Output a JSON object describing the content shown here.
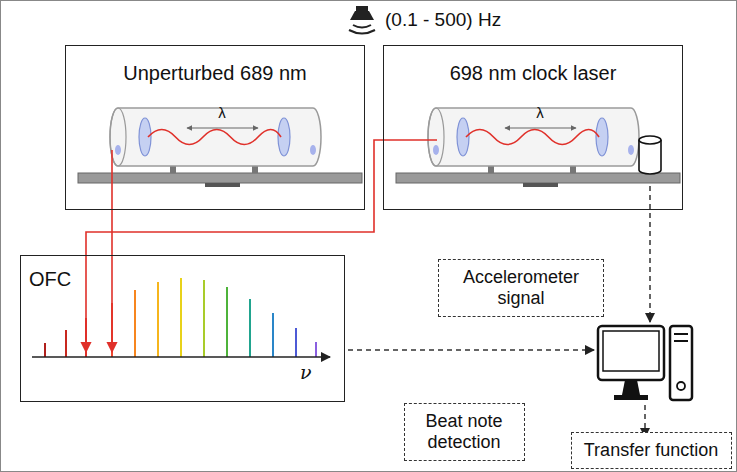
{
  "diagram": {
    "nodes": [
      {
        "text": [
          "Unperturbed 689 nm"
        ]
      },
      {
        "text": [
          "698 nm clock laser"
        ]
      },
      {
        "text": [
          "OFC"
        ]
      },
      {
        "text": [
          "Accelerometer signal"
        ]
      },
      {
        "text": [
          "Beat note detection"
        ]
      },
      {
        "text": [
          "Transfer function"
        ]
      }
    ],
    "edges": [
      {
        "from": 0,
        "to": 2,
        "arrow": "to"
      },
      {
        "from": 1,
        "to": 2,
        "arrow": "to"
      }
    ],
    "labels": [
      "(0.1 - 500) Hz",
      "λ",
      "λ",
      "ν"
    ]
  }
}
